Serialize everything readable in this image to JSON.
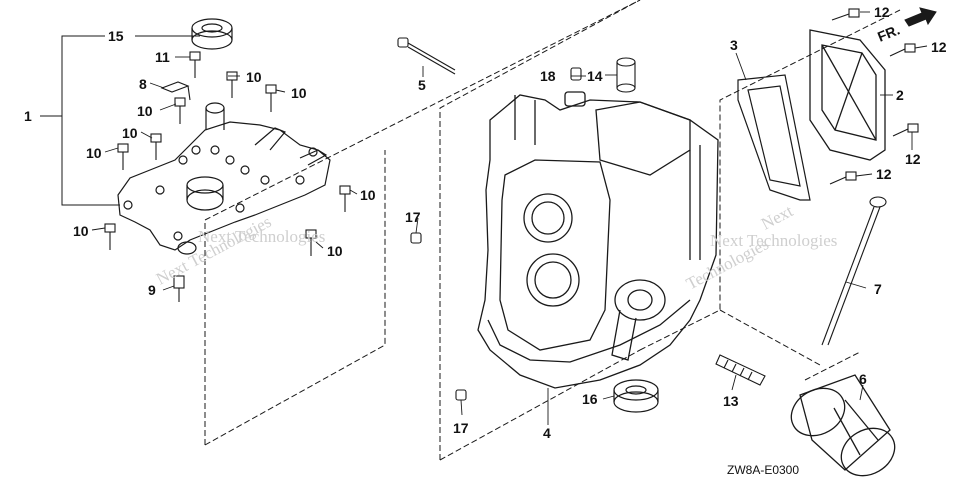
{
  "callouts": {
    "c1": "1",
    "c2": "2",
    "c3": "3",
    "c4": "4",
    "c5": "5",
    "c6": "6",
    "c7": "7",
    "c8": "8",
    "c9": "9",
    "c10a": "10",
    "c10b": "10",
    "c10c": "10",
    "c10d": "10",
    "c10e": "10",
    "c10f": "10",
    "c10g": "10",
    "c11": "11",
    "c12a": "12",
    "c12b": "12",
    "c12c": "12",
    "c12d": "12",
    "c13": "13",
    "c14": "14",
    "c15": "15",
    "c16": "16",
    "c17a": "17",
    "c17b": "17",
    "c18": "18"
  },
  "direction_label": "FR.",
  "drawing_code": "ZW8A-E0300",
  "watermarks": {
    "w1": "Next Technologies",
    "w2": "Next Technologies",
    "w3": "Next Technologies",
    "w4": "Next",
    "w5": "Technologies"
  },
  "colors": {
    "line": "#1a1a1a",
    "watermark": "#cfcfcf"
  }
}
